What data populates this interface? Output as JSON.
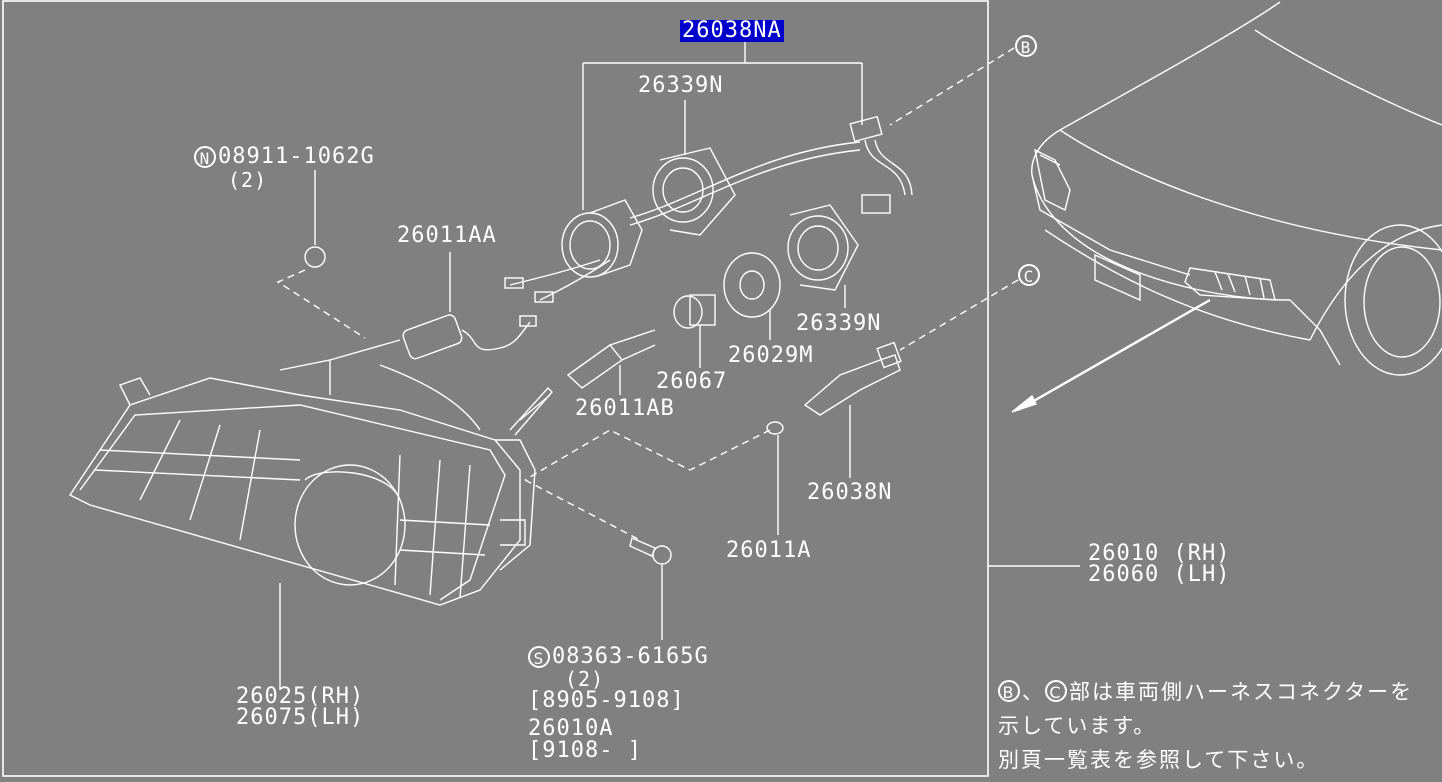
{
  "callouts": {
    "part_main": "26038NA",
    "part_socket_a": "26339N",
    "part_socket_b": "26339N",
    "part_cap": "26029M",
    "part_holder": "26067",
    "part_bulb_ab": "26011AB",
    "part_bulb_aa": "26011AA",
    "part_bulb_a": "26011A",
    "part_harness": "26038N",
    "nut_symbol": "N",
    "nut_part": "08911-1062G",
    "nut_qty": "(2)",
    "screw_symbol": "S",
    "screw_part": "08363-6165G",
    "screw_qty": "(2)",
    "screw_range": "[8905-9108]",
    "assy_alt": "26010A",
    "assy_alt_range": "[9108-      ]",
    "lens_rh": "26025(RH)",
    "lens_lh": "26075(LH)",
    "assy_rh": "26010 (RH)",
    "assy_lh": "26060 (LH)",
    "connector_b": "B",
    "connector_c": "C"
  },
  "note": {
    "sym_b": "B",
    "sep": "、",
    "sym_c": "C",
    "line1_rest": "部は車両側ハーネスコネクターを",
    "line2": "示しています。",
    "line3": "別頁一覧表を参照して下さい。"
  },
  "colors": {
    "background": "#808080",
    "line": "#ffffff",
    "highlight": "#0000cc"
  }
}
